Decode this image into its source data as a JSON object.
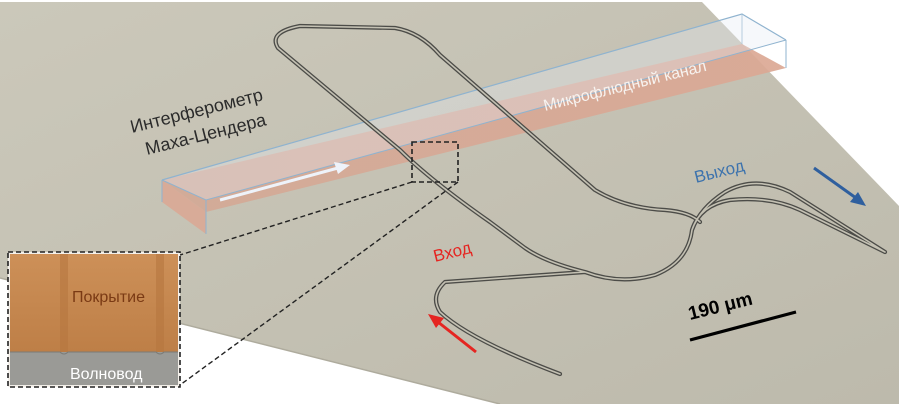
{
  "labels": {
    "interferometer_line1": "Интерферометр",
    "interferometer_line2": "Маха-Цендера",
    "microfluidic_channel": "Микрофлюдный канал",
    "input": "Вход",
    "output": "Выход",
    "coating": "Покрытие",
    "waveguide": "Волновод",
    "scale_bar": "190 μm"
  },
  "colors": {
    "substrate": "#c4c1b3",
    "substrate_edge": "#a9a698",
    "channel_fill": "#d5a692",
    "channel_edge": "#8fb3cf",
    "waveguide_line": "#4c4c48",
    "flow_arrow": "#eef3fa",
    "input_arrow": "#e52521",
    "input_text": "#e52521",
    "output_arrow": "#2f5f9e",
    "output_text": "#3d73ad",
    "coating_fill": "#c98b52",
    "coating_text": "#7a3a14",
    "waveguide_inset": "#9a9a96",
    "label_text": "#2b2b2b",
    "scale_bar": "#000000"
  }
}
